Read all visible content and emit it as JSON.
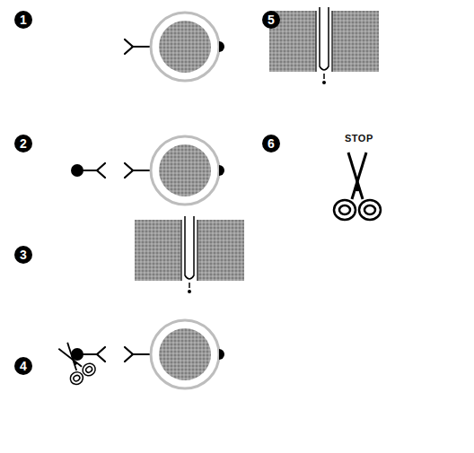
{
  "diagram": {
    "nodes": [
      {
        "text": [
          "1"
        ]
      },
      {
        "text": [
          "2"
        ]
      },
      {
        "text": [
          "3"
        ]
      },
      {
        "text": [
          "4"
        ]
      },
      {
        "text": [
          "5"
        ]
      },
      {
        "text": [
          "6"
        ]
      }
    ],
    "labels": [
      "STOP"
    ]
  }
}
